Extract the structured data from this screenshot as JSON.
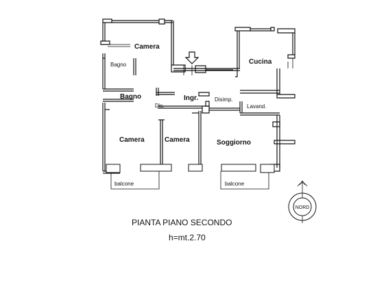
{
  "rooms": {
    "camera_top": "Camera",
    "bagno_small": "Bagno",
    "cucina": "Cucina",
    "bagno": "Bagno",
    "ingresso": "Ingr.",
    "dis": "Dis.",
    "disimp": "Disimp.",
    "lavand": "Lavand.",
    "camera_left": "Camera",
    "camera_mid": "Camera",
    "soggiorno": "Soggiorno",
    "balcone_left": "balcone",
    "balcone_right": "balcone"
  },
  "compass": {
    "label": "NORD"
  },
  "caption": {
    "title": "PIANTA PIANO SECONDO",
    "height": "h=mt.2.70"
  }
}
